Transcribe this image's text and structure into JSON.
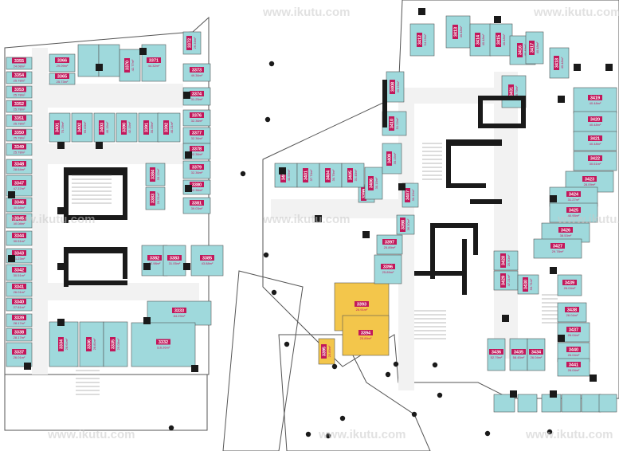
{
  "colors": {
    "unit_fill": "#9fd9dc",
    "unit_selected_fill": "#f3c64b",
    "label_bg": "#c2185b",
    "label_text": "#ffffff",
    "area_text": "#c2185b",
    "wall": "#1a1a1a",
    "outline": "#555555",
    "background": "#ffffff"
  },
  "watermark": {
    "text": "www.ikutu.com"
  },
  "units": [
    {
      "id": "3355",
      "area": "24.08m²"
    },
    {
      "id": "3354",
      "area": "25.78m²"
    },
    {
      "id": "3353",
      "area": "25.78m²"
    },
    {
      "id": "3352",
      "area": "25.78m²"
    },
    {
      "id": "3351",
      "area": "25.78m²"
    },
    {
      "id": "3350",
      "area": "25.78m²"
    },
    {
      "id": "3349",
      "area": "25.78m²"
    },
    {
      "id": "3348",
      "area": "28.64m²"
    },
    {
      "id": "3347",
      "area": "47.37m²"
    },
    {
      "id": "3346",
      "area": "30.68m²"
    },
    {
      "id": "3345",
      "area": "30.08m²"
    },
    {
      "id": "3344",
      "area": "30.51m²"
    },
    {
      "id": "3343",
      "area": "31.23m²"
    },
    {
      "id": "3342",
      "area": "30.51m²"
    },
    {
      "id": "3341",
      "area": "26.01m²"
    },
    {
      "id": "3340",
      "area": "27.81m²"
    },
    {
      "id": "3339",
      "area": "28.17m²"
    },
    {
      "id": "3338",
      "area": "28.17m²"
    },
    {
      "id": "3337",
      "area": "26.01m²"
    },
    {
      "id": "3366",
      "area": "29.09m²"
    },
    {
      "id": "3365",
      "area": "25.73m²"
    },
    {
      "id": "3370",
      "area": "42.77m²"
    },
    {
      "id": "3371",
      "area": "44.32m²"
    },
    {
      "id": "3372",
      "area": "26.34m²"
    },
    {
      "id": "3373",
      "area": "49.36m²"
    },
    {
      "id": "3374",
      "area": "31.25m²"
    },
    {
      "id": "3376",
      "area": "32.36m²"
    },
    {
      "id": "3377",
      "area": "32.36m²"
    },
    {
      "id": "3378",
      "area": "32.36m²"
    },
    {
      "id": "3379",
      "area": "32.36m²"
    },
    {
      "id": "3380",
      "area": "32.36m²"
    },
    {
      "id": "3381",
      "area": "39.03m²"
    },
    {
      "id": "3384",
      "area": "33.12m²"
    },
    {
      "id": "3383",
      "area": "26.51m²"
    },
    {
      "id": "3382",
      "area": "32.98m²"
    },
    {
      "id": "3383",
      "area": "31.05m²"
    },
    {
      "id": "3385",
      "area": "43.88m²"
    },
    {
      "id": "3333",
      "area": "84.29m²"
    },
    {
      "id": "3332",
      "area": "116.26m²"
    },
    {
      "id": "3336",
      "area": "28.81m²"
    },
    {
      "id": "3335",
      "area": "29.08m²"
    },
    {
      "id": "3334",
      "area": "28.61m²"
    },
    {
      "id": "3401",
      "area": "70.26m²"
    },
    {
      "id": "3402",
      "area": "60.83m²"
    },
    {
      "id": "3403",
      "area": "40.15m²"
    },
    {
      "id": "3390",
      "area": "42.15m²"
    },
    {
      "id": "3391",
      "area": "30.09m²"
    },
    {
      "id": "3392",
      "area": "40.21m²"
    },
    {
      "id": "3393",
      "area": "26.91m²"
    },
    {
      "id": "3394",
      "area": "25.89m²"
    },
    {
      "id": "3395",
      "area": "25.89m²"
    },
    {
      "id": "3396",
      "area": "25.89m²"
    },
    {
      "id": "3397",
      "area": "25.89m²"
    },
    {
      "id": "3398",
      "area": "36.30m²"
    },
    {
      "id": "3399",
      "area": "42.37m²"
    },
    {
      "id": "3400",
      "area": "40.56m²"
    },
    {
      "id": "3401",
      "area": "37.74m²"
    },
    {
      "id": "3404",
      "area": "30.79m²"
    },
    {
      "id": "3405",
      "area": "31.48m²"
    },
    {
      "id": "3406",
      "area": "30.15m²"
    },
    {
      "id": "3407",
      "area": "30.15m²"
    },
    {
      "id": "3408",
      "area": "30.15m²"
    },
    {
      "id": "3409",
      "area": "30.15m²"
    },
    {
      "id": "3410",
      "area": "51.22m²"
    },
    {
      "id": "3412",
      "area": "54.16m²"
    },
    {
      "id": "3413",
      "area": "40.48m²"
    },
    {
      "id": "3414",
      "area": "40.48m²"
    },
    {
      "id": "3415",
      "area": "40.48m²"
    },
    {
      "id": "3416",
      "area": "40.48m²"
    },
    {
      "id": "3417",
      "area": "40.48m²"
    },
    {
      "id": "3418",
      "area": "40.48m²"
    },
    {
      "id": "3419",
      "area": "40.48m²"
    },
    {
      "id": "3420",
      "area": "40.48m²"
    },
    {
      "id": "3421",
      "area": "40.48m²"
    },
    {
      "id": "3422",
      "area": "30.61m²"
    },
    {
      "id": "3423",
      "area": "28.09m²"
    },
    {
      "id": "3424",
      "area": "31.27m²"
    },
    {
      "id": "3425",
      "area": "40.95m²"
    },
    {
      "id": "3426",
      "area": "38.53m²"
    },
    {
      "id": "3427",
      "area": "29.78m²"
    },
    {
      "id": "3428",
      "area": "25.90m²"
    },
    {
      "id": "3429",
      "area": "47.21m²"
    },
    {
      "id": "3430",
      "area": "50.71m²"
    },
    {
      "id": "3431",
      "area": "39.79m²"
    },
    {
      "id": "3436",
      "area": "52.79m²"
    },
    {
      "id": "3435",
      "area": "58.45m²"
    },
    {
      "id": "3434",
      "area": "26.04m²"
    },
    {
      "id": "3439",
      "area": "26.04m²"
    },
    {
      "id": "3438",
      "area": "26.04m²"
    },
    {
      "id": "3437",
      "area": "26.04m²"
    },
    {
      "id": "3440",
      "area": "26.04m²"
    },
    {
      "id": "3441",
      "area": "26.04m²"
    }
  ]
}
